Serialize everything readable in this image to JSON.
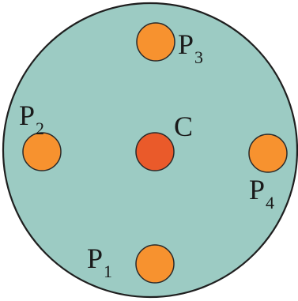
{
  "colors": {
    "disc_fill": "#9ccbc3",
    "disc_stroke": "#1f1f1f",
    "peripheral_fill": "#f7922f",
    "center_fill": "#ea5a2a",
    "dot_stroke": "#2a2a2a"
  },
  "center": {
    "letter": "C"
  },
  "points": [
    {
      "id": "p1",
      "letter": "P",
      "sub": "1"
    },
    {
      "id": "p2",
      "letter": "P",
      "sub": "2"
    },
    {
      "id": "p3",
      "letter": "P",
      "sub": "3"
    },
    {
      "id": "p4",
      "letter": "P",
      "sub": "4"
    }
  ]
}
